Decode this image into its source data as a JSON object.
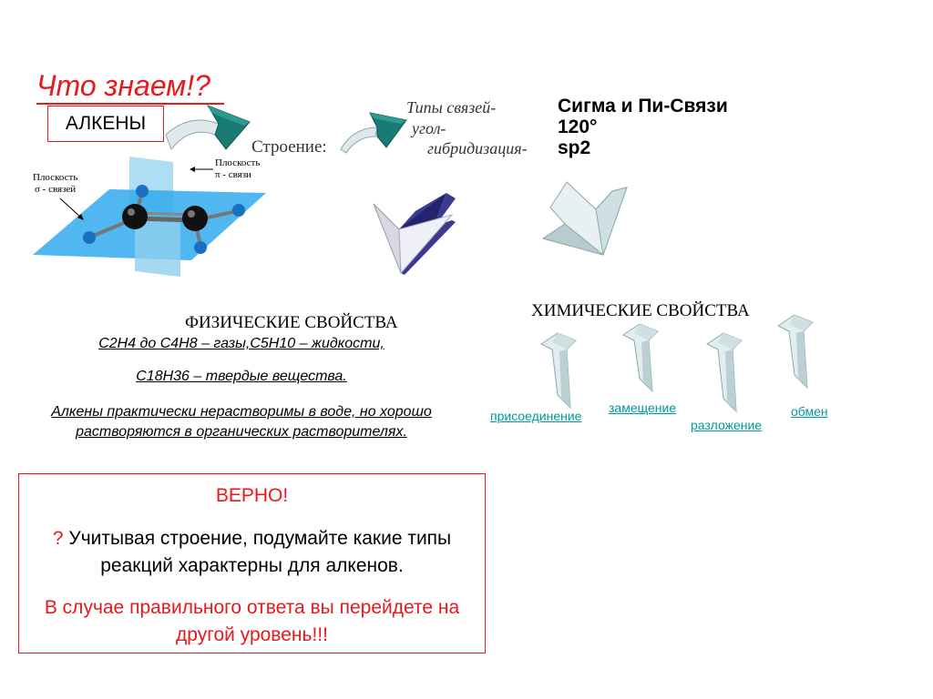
{
  "title": "Что знаем!?",
  "topic_box": "АЛКЕНЫ",
  "structure": {
    "label": "Строение:",
    "bond_types_label": "Типы связей-",
    "angle_label": "угол-",
    "hybridization_label": "гибридизация-",
    "bond_types_answer": "Сигма и Пи-Связи",
    "angle_answer": "120°",
    "hybridization_answer": "sp2"
  },
  "molecule_diagram": {
    "pi_plane_label_1": "Плоскость",
    "pi_plane_label_2": "π - связи",
    "sigma_plane_label_1": "Плоскость",
    "sigma_plane_label_2": "σ - связей"
  },
  "physical_properties": {
    "title": "ФИЗИЧЕСКИЕ СВОЙСТВА",
    "line1": "С2Н4 до С4Н8 – газы,С5Н10 – жидкости,",
    "line2": "С18Н36 – твердые вещества.",
    "line3": " Алкены практически нерастворимы в воде, но хорошо растворяются в органических растворителях."
  },
  "chemical_properties": {
    "title": "ХИМИЧЕСКИЕ СВОЙСТВА",
    "reactions": [
      "присоединение",
      "замещение",
      "разложение",
      "обмен"
    ]
  },
  "feedback": {
    "correct": "ВЕРНО!",
    "question_mark": "?",
    "question": " Учитывая строение, подумайте какие типы реакций характерны для алкенов.",
    "next_level": "В случае правильного ответа вы перейдете на другой уровень!!!"
  },
  "colors": {
    "accent_red": "#e8191c",
    "link_teal": "#009999",
    "arrow_teal": "#1a7a74",
    "arrow_navy": "#24246e",
    "plane_blue": "#33aaee",
    "atom_blue": "#1b6fc2"
  }
}
